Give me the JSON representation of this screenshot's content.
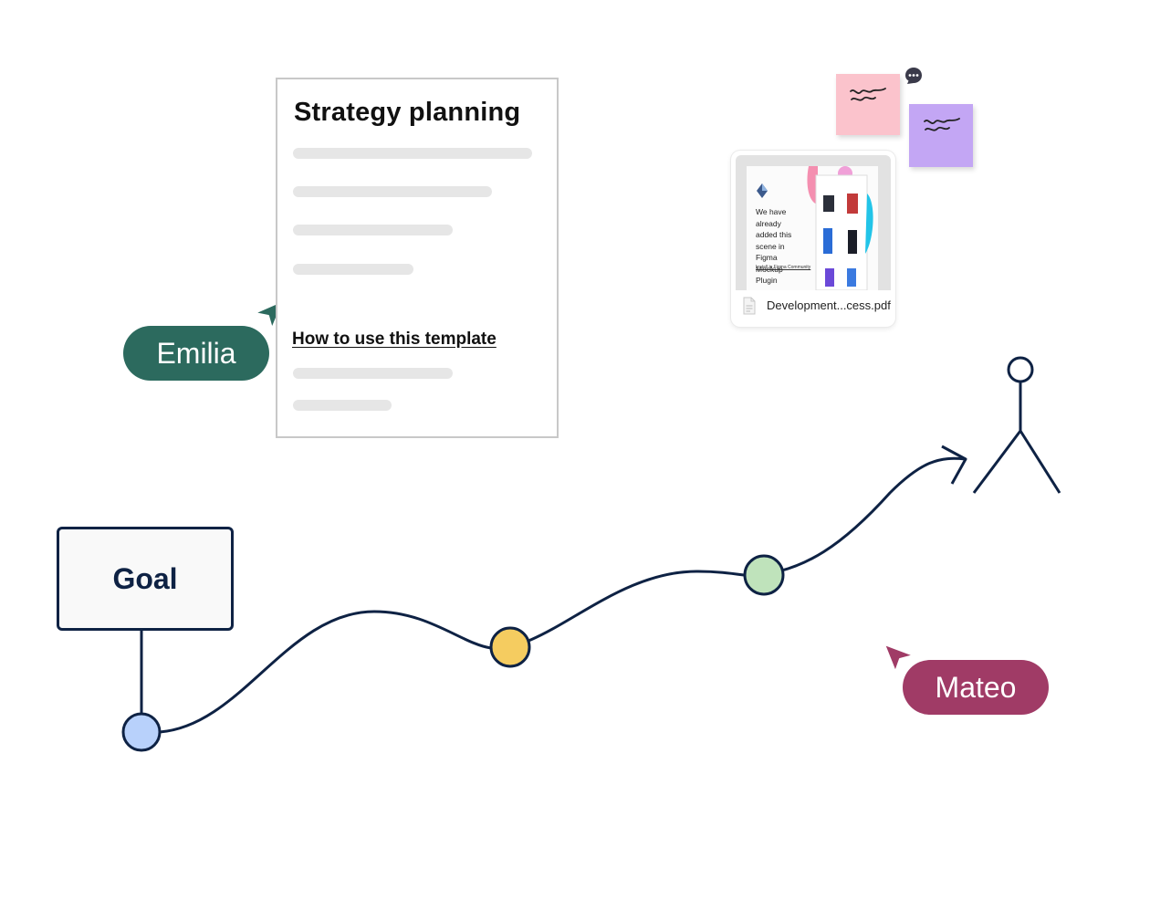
{
  "document": {
    "title": "Strategy planning",
    "link_text": "How to use this template"
  },
  "cursors": [
    {
      "name": "Emilia",
      "color": "#2c6a5e"
    },
    {
      "name": "Mateo",
      "color": "#a03b66"
    }
  ],
  "goal": {
    "label": "Goal"
  },
  "file": {
    "name": "Development...cess.pdf",
    "thumbnail_text": "We have already added this scene in Figma Mockup Plugin",
    "thumbnail_link": "Install in Figma Community"
  },
  "path": {
    "stroke_color": "#0e2244",
    "nodes": [
      {
        "fill": "#b8d1fb"
      },
      {
        "fill": "#f5cc60"
      },
      {
        "fill": "#bfe3bb"
      }
    ]
  },
  "colors": {
    "sticky_pink": "#fbc3cc",
    "sticky_purple": "#c3a6f4"
  },
  "icons": [
    "arrow-cursor-icon",
    "chat-bubble-icon",
    "stick-figure-icon",
    "file-icon",
    "scribble-icon"
  ]
}
